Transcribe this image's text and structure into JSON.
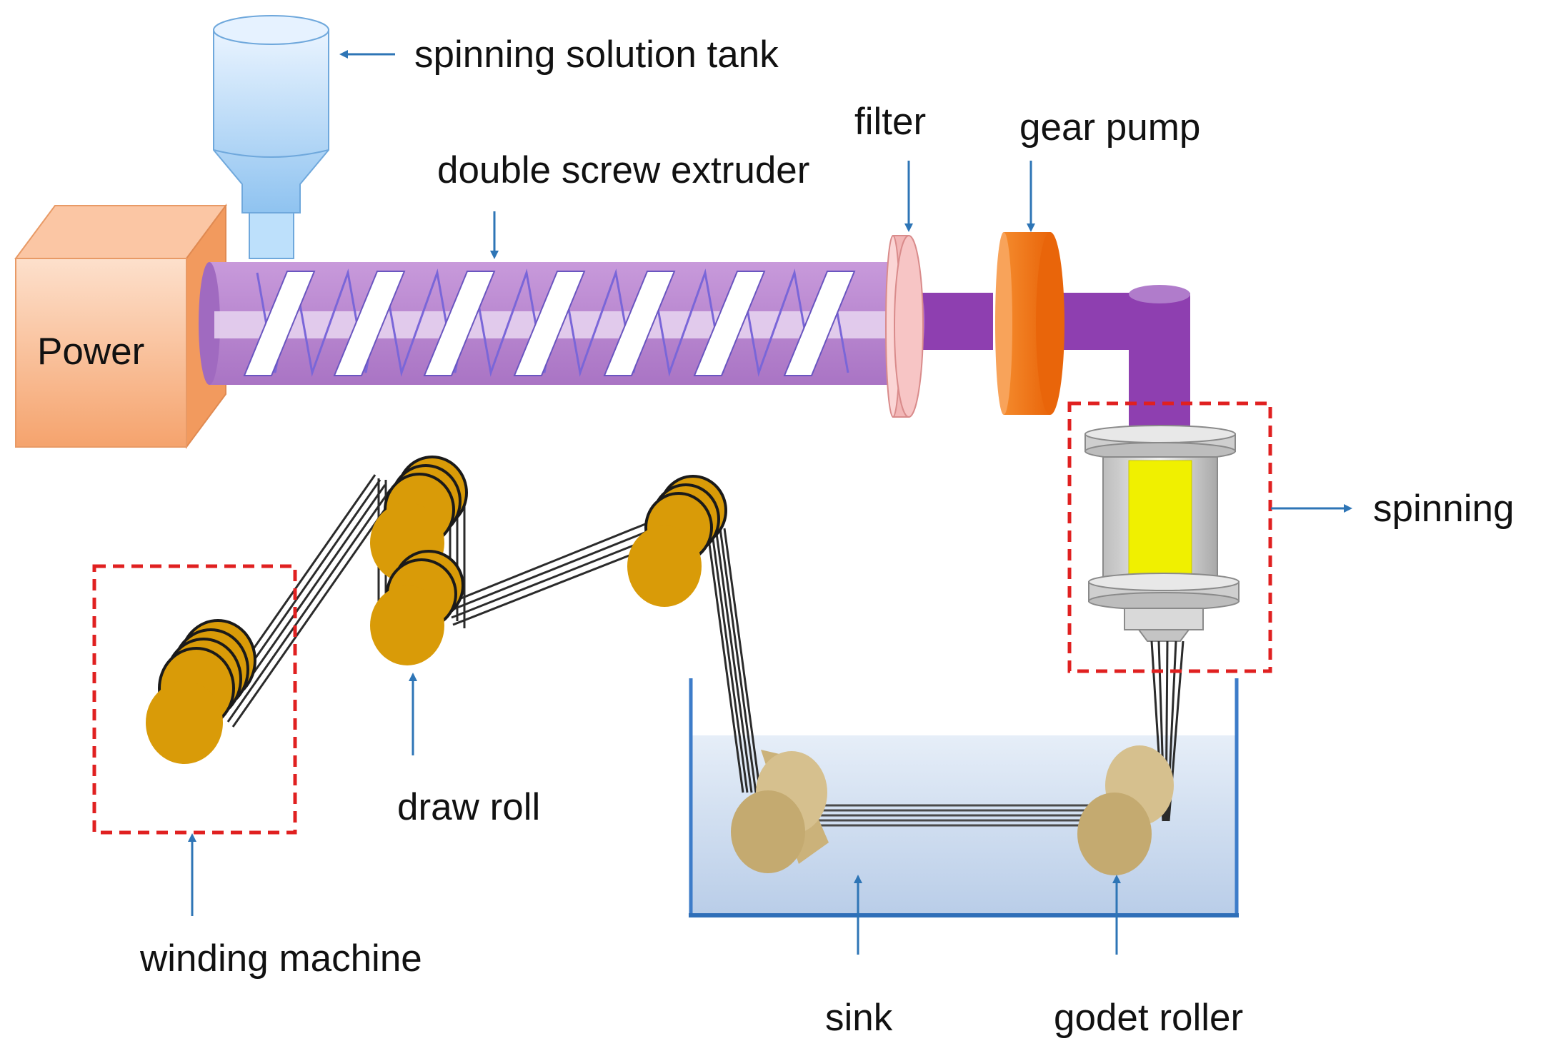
{
  "labels": {
    "power": "Power",
    "tank": "spinning solution tank",
    "extruder": "double screw extruder",
    "filter": "filter",
    "gear_pump": "gear pump",
    "spinning": "spinning",
    "draw_roll": "draw roll",
    "winding_machine": "winding machine",
    "sink": "sink",
    "godet_roller": "godet roller"
  },
  "colors": {
    "arrow": "#2e75b6",
    "power_box": "#f8b48a",
    "extruder_barrel": "#b57fcf",
    "pipe": "#8e3fb0",
    "filter": "#f7c5c5",
    "gear_pump": "#f07a1c",
    "spinneret_core": "#f0f000",
    "roller_gold": "#d99b08",
    "godet": "#c9b27a",
    "water": "#c9d9ee",
    "dashed_box": "#e02020"
  }
}
